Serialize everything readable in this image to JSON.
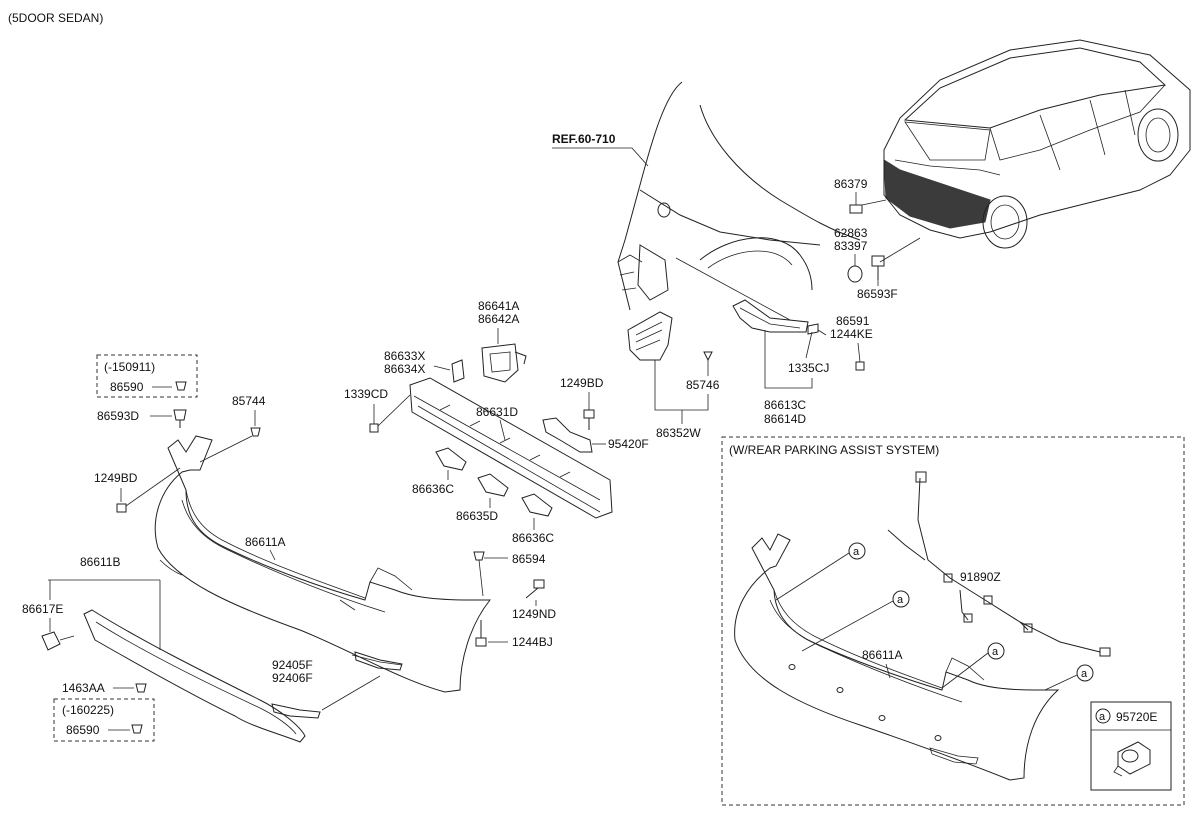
{
  "header": {
    "variant": "(5DOOR SEDAN)"
  },
  "reference": "REF.60-710",
  "labels": {
    "p86379": "86379",
    "p62863": "62863",
    "p83397": "83397",
    "p86593F": "86593F",
    "p86591": "86591",
    "p1244KE": "1244KE",
    "p1335CJ": "1335CJ",
    "p86613C": "86613C",
    "p86614D": "86614D",
    "p85746": "85746",
    "p86352W": "86352W",
    "p86641A": "86641A",
    "p86642A": "86642A",
    "p86633X": "86633X",
    "p86634X": "86634X",
    "p1339CD": "1339CD",
    "p86631D": "86631D",
    "p1249BD_top": "1249BD",
    "p95420F": "95420F",
    "p86636C_left": "86636C",
    "p86635D": "86635D",
    "p86636C_right": "86636C",
    "p86594": "86594",
    "p1249ND": "1249ND",
    "p1244BJ": "1244BJ",
    "p150911": "(-150911)",
    "p86590_top": "86590",
    "p86593D": "86593D",
    "p85744": "85744",
    "p1249BD_left": "1249BD",
    "p86611A": "86611A",
    "p86611B": "86611B",
    "p86617E": "86617E",
    "p92405F": "92405F",
    "p92406F": "92406F",
    "p1463AA": "1463AA",
    "p160225": "(-160225)",
    "p86590_bottom": "86590"
  },
  "parking_assist": {
    "title": "(W/REAR PARKING ASSIST SYSTEM)",
    "p91890Z": "91890Z",
    "p86611A": "86611A",
    "callout_letter": "a",
    "legend_part": "95720E"
  },
  "colors": {
    "line": "#222222",
    "background": "#ffffff",
    "fill_dark": "#1a1a1a"
  }
}
